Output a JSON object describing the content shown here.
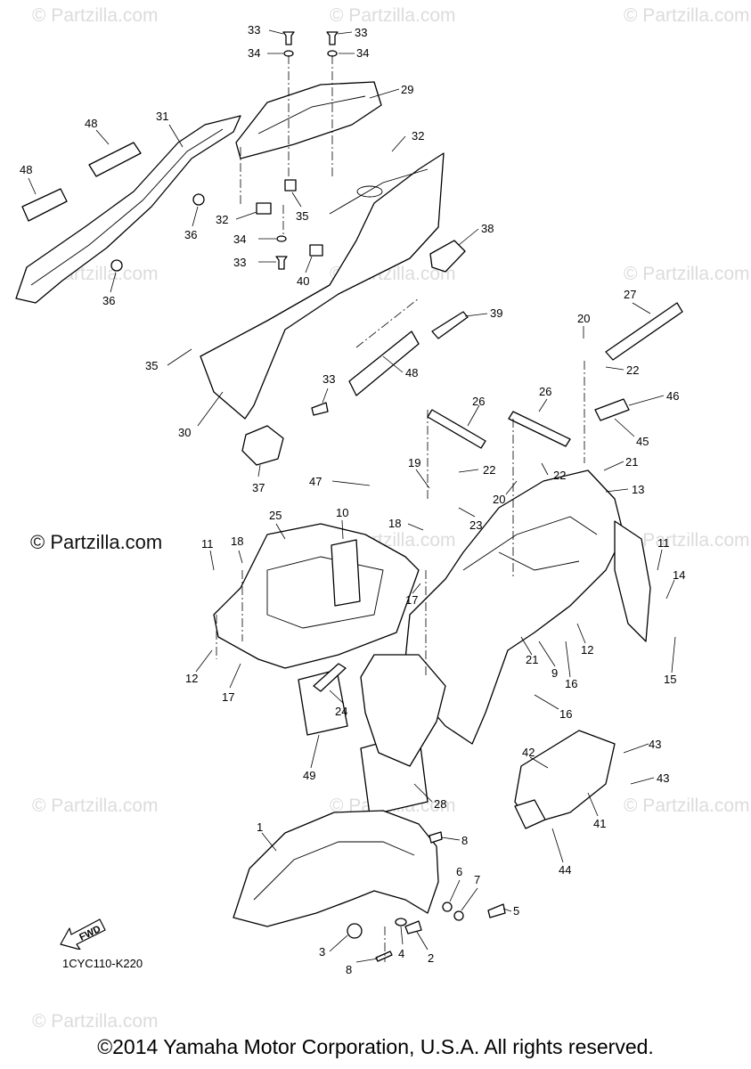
{
  "watermarks": [
    {
      "text": "© Partzilla.com"
    },
    {
      "text": "© Partzilla.com"
    },
    {
      "text": "© Partzilla.com"
    },
    {
      "text": "© Partzilla.com"
    },
    {
      "text": "© Partzilla.com"
    },
    {
      "text": "© Partzilla.com"
    },
    {
      "text": "© Partzilla.com"
    },
    {
      "text": "© Partzilla.com"
    },
    {
      "text": "© Partzilla.com"
    },
    {
      "text": "© Partzilla.com"
    },
    {
      "text": "© Partzilla.com"
    },
    {
      "text": "© Partzilla.com"
    }
  ],
  "watermark_strong": "© Partzilla.com",
  "callouts": [
    "33",
    "34",
    "33",
    "34",
    "29",
    "31",
    "48",
    "48",
    "32",
    "32",
    "35",
    "36",
    "36",
    "34",
    "33",
    "40",
    "38",
    "39",
    "35",
    "30",
    "33",
    "48",
    "37",
    "27",
    "20",
    "22",
    "46",
    "45",
    "26",
    "26",
    "19",
    "22",
    "20",
    "22",
    "21",
    "13",
    "47",
    "23",
    "25",
    "10",
    "18",
    "11",
    "18",
    "11",
    "14",
    "15",
    "12",
    "17",
    "17",
    "24",
    "21",
    "9",
    "16",
    "12",
    "16",
    "49",
    "28",
    "42",
    "43",
    "43",
    "41",
    "44",
    "1",
    "8",
    "6",
    "7",
    "5",
    "3",
    "4",
    "2",
    "8"
  ],
  "diagram_code": "1CYC110-K220",
  "fwd_label": "FWD",
  "copyright": "©2014 Yamaha Motor Corporation, U.S.A. All rights reserved."
}
